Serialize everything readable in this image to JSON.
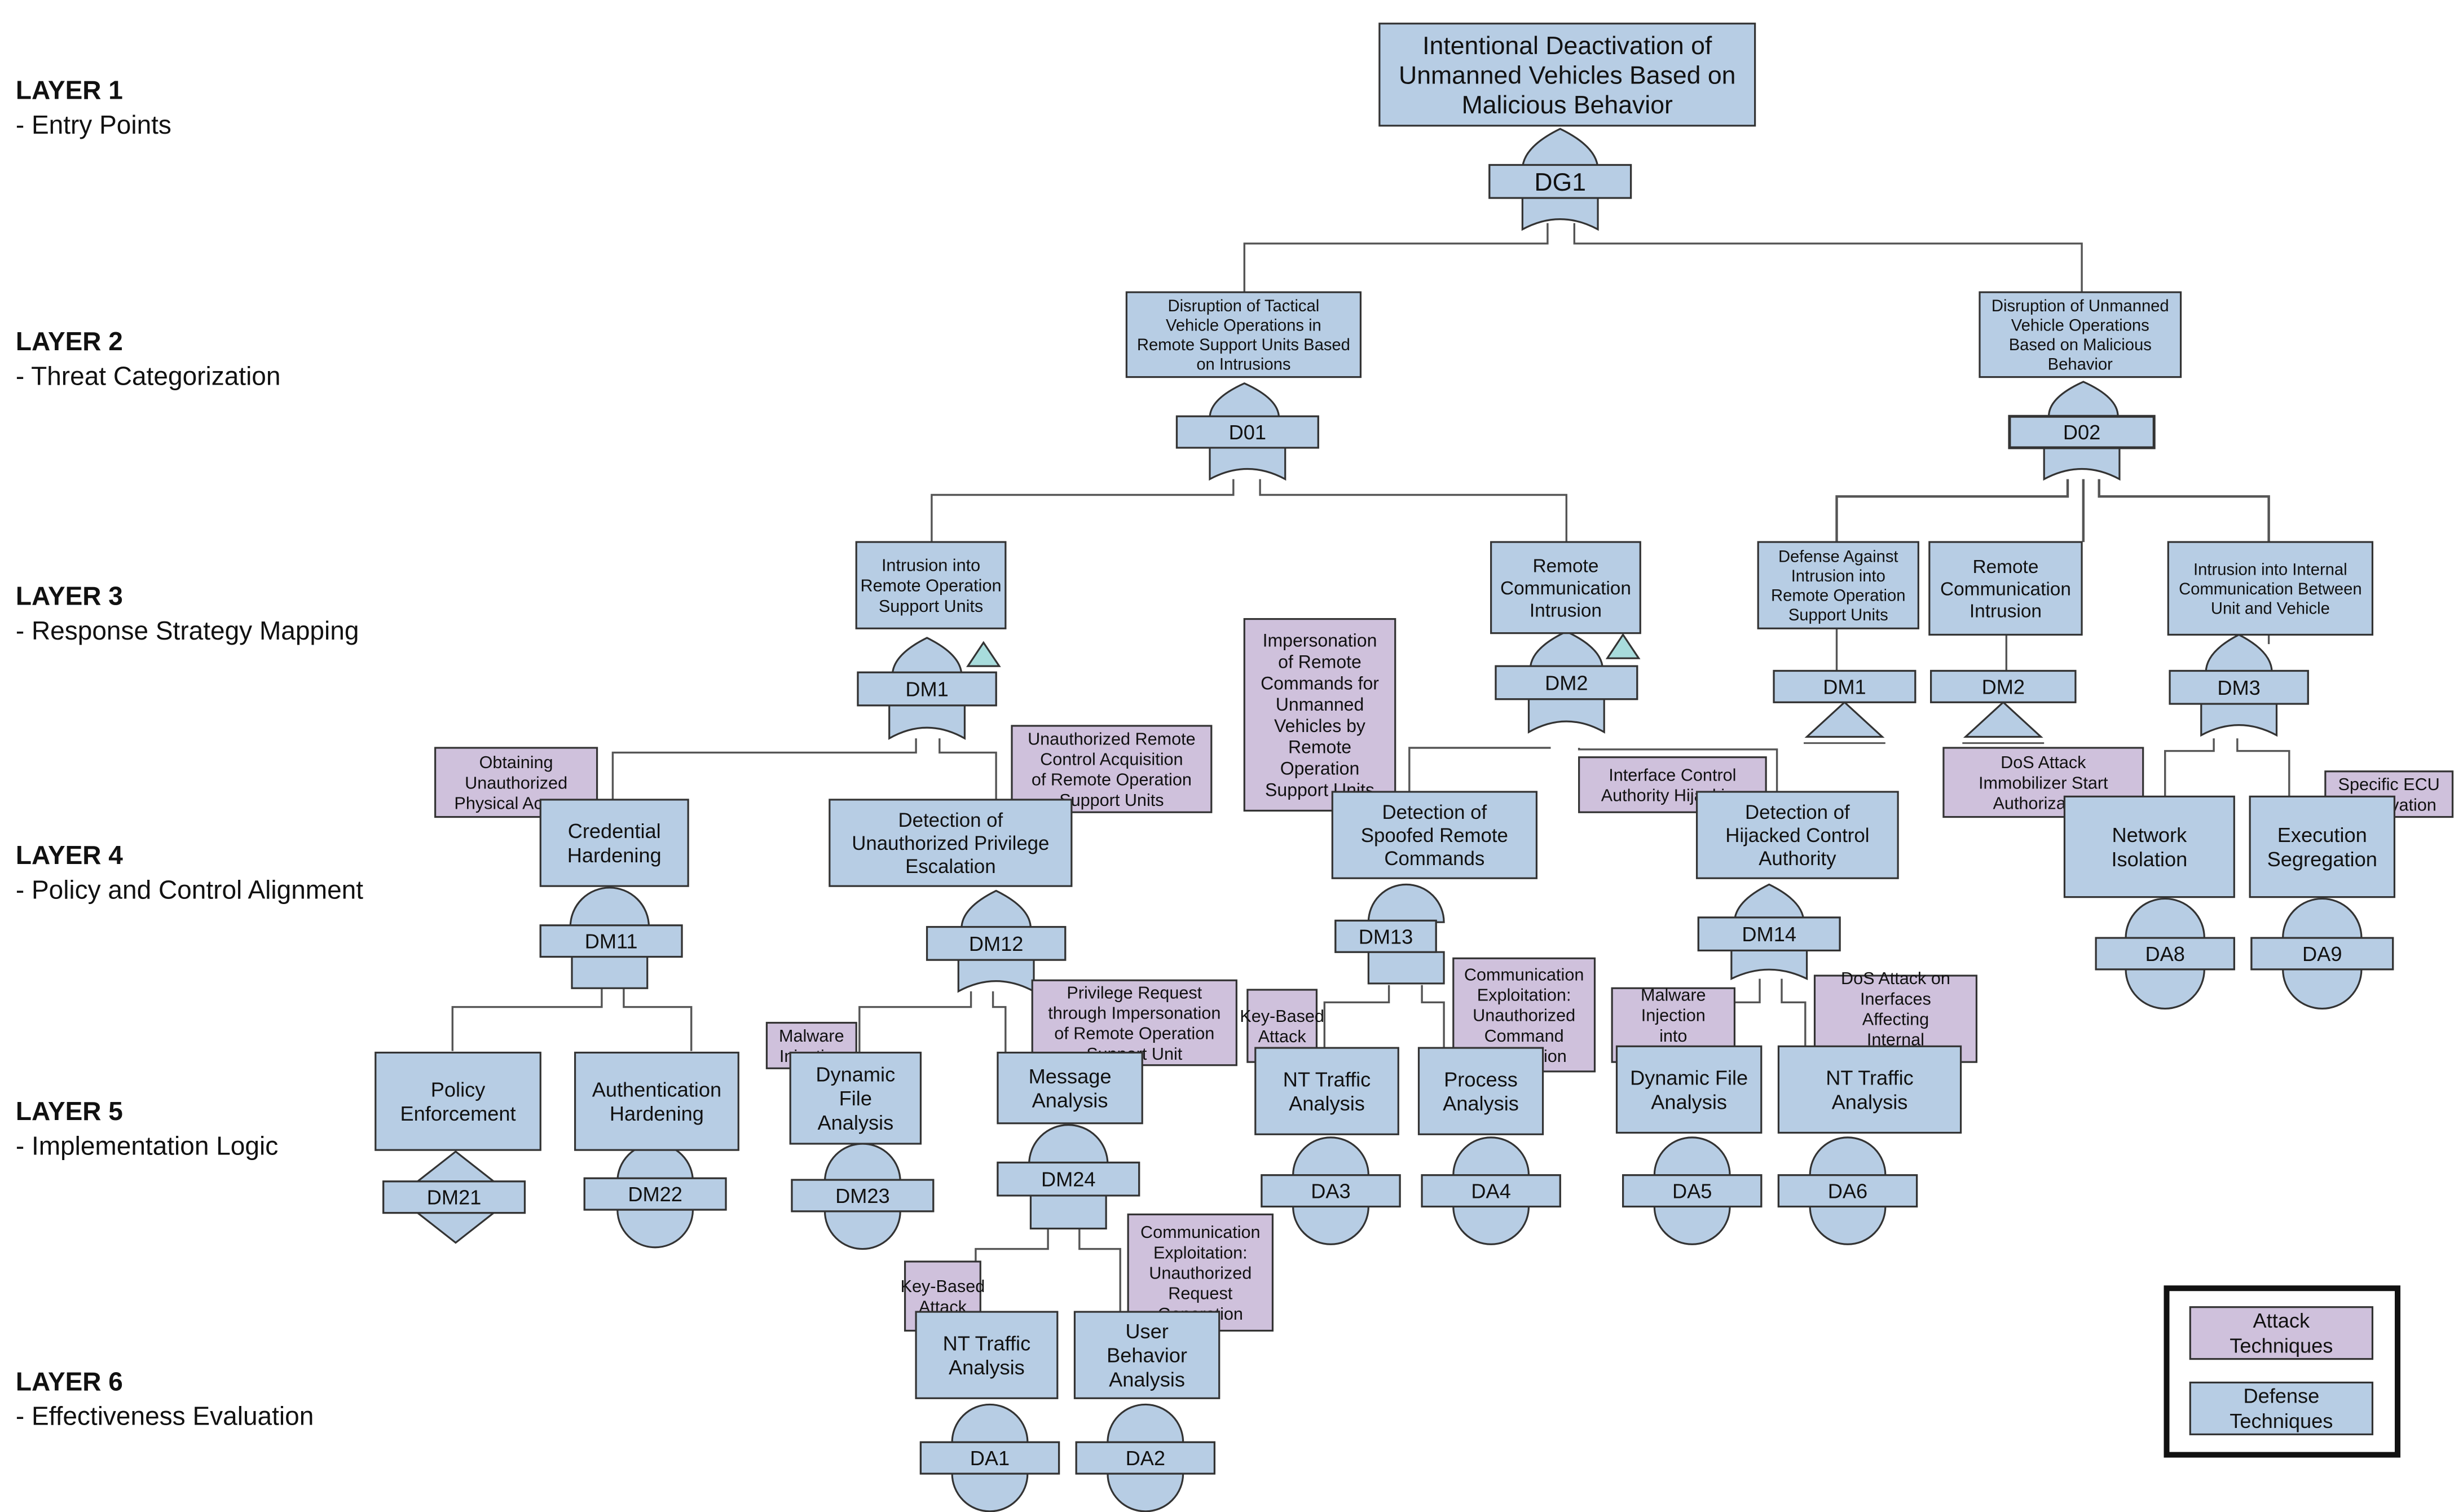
{
  "colors": {
    "defense": "#b7cde4",
    "attack": "#cfc1dc",
    "stroke": "#333333",
    "edge": "#555555",
    "accent_triangle": "#a8dcdc"
  },
  "layers": [
    {
      "title": "LAYER 1",
      "subtitle": "- Entry Points"
    },
    {
      "title": "LAYER 2",
      "subtitle": "- Threat Categorization"
    },
    {
      "title": "LAYER 3",
      "subtitle": "- Response Strategy Mapping"
    },
    {
      "title": "LAYER 4",
      "subtitle": "- Policy and Control Alignment"
    },
    {
      "title": "LAYER 5",
      "subtitle": "- Implementation Logic"
    },
    {
      "title": "LAYER 6",
      "subtitle": "- Effectiveness Evaluation"
    }
  ],
  "legend": {
    "attack_label": "Attack Techniques",
    "defense_label": "Defense Techniques"
  },
  "nodes": {
    "root": "Intentional Deactivation of Unmanned Vehicles Based on Malicious Behavior",
    "dg1": "DG1",
    "l2_left": "Disruption of Tactical Vehicle Operations in Remote Support Units Based on Intrusions",
    "d01": "D01",
    "l2_right": "Disruption of Unmanned Vehicle Operations Based on Malicious Behavior",
    "d02": "D02",
    "l3_intrusion_remote": "Intrusion into Remote Operation Support Units",
    "dm1_a": "DM1",
    "l3_remote_comm": "Remote Communication Intrusion",
    "dm2_a": "DM2",
    "l3_defense_intrusion": "Defense Against Intrusion into Remote Operation Support Units",
    "dm1_b": "DM1",
    "l3_remote_comm_b": "Remote Communication Intrusion",
    "dm2_b": "DM2",
    "l3_internal_comm": "Intrusion into Internal Communication Between Unit and Vehicle",
    "dm3": "DM3",
    "atk_physical": "Obtaining Unauthorized Physical Access",
    "cred_hardening": "Credential Hardening",
    "dm11": "DM11",
    "atk_remote_ctrl": "Unauthorized Remote Control Acquisition of Remote Operation Support Units",
    "det_privilege": "Detection of Unauthorized Privilege Escalation",
    "dm12": "DM12",
    "atk_impersonation": "Impersonation of Remote Commands for Unmanned Vehicles by Remote Operation Support Units",
    "det_spoofed": "Detection of Spoofed Remote Commands",
    "dm13": "DM13",
    "atk_interface_hijack": "Interface Control Authority Hijacking",
    "det_hijacked": "Detection of Hijacked Control Authority",
    "dm14": "DM14",
    "atk_dos_immobilizer": "DoS Attack Immobilizer Start Authorization",
    "net_isolation": "Network Isolation",
    "da8": "DA8",
    "atk_ecu": "Specific ECU Deactivation",
    "exec_segregation": "Execution Segregation",
    "da9": "DA9",
    "policy_enf": "Policy Enforcement",
    "dm21": "DM21",
    "auth_hardening": "Authentication Hardening",
    "dm22": "DM22",
    "atk_malware": "Malware Injection",
    "dyn_file_1": "Dynamic File Analysis",
    "dm23": "DM23",
    "atk_priv_request": "Privilege Request through Impersonation of Remote Operation Support Unit",
    "msg_analysis": "Message Analysis",
    "dm24": "DM24",
    "atk_keybased_1": "Key-Based Attack",
    "nt_traffic_1": "NT Traffic Analysis",
    "da3": "DA3",
    "atk_comm_cmd": "Communication Exploitation: Unauthorized Command Generation",
    "process_analysis": "Process Analysis",
    "da4": "DA4",
    "atk_malware_iface": "Malware Injection into Interface",
    "dyn_file_2": "Dynamic File Analysis",
    "da5": "DA5",
    "atk_dos_iface": "DoS Attack on Inerfaces Affecting Internal Communication",
    "nt_traffic_2": "NT Traffic Analysis",
    "da6": "DA6",
    "atk_keybased_2": "Key-Based Attack",
    "nt_traffic_3": "NT Traffic Analysis",
    "da1": "DA1",
    "atk_comm_req": "Communication Exploitation: Unauthorized Request Generation",
    "user_behavior": "User Behavior Analysis",
    "da2": "DA2"
  }
}
